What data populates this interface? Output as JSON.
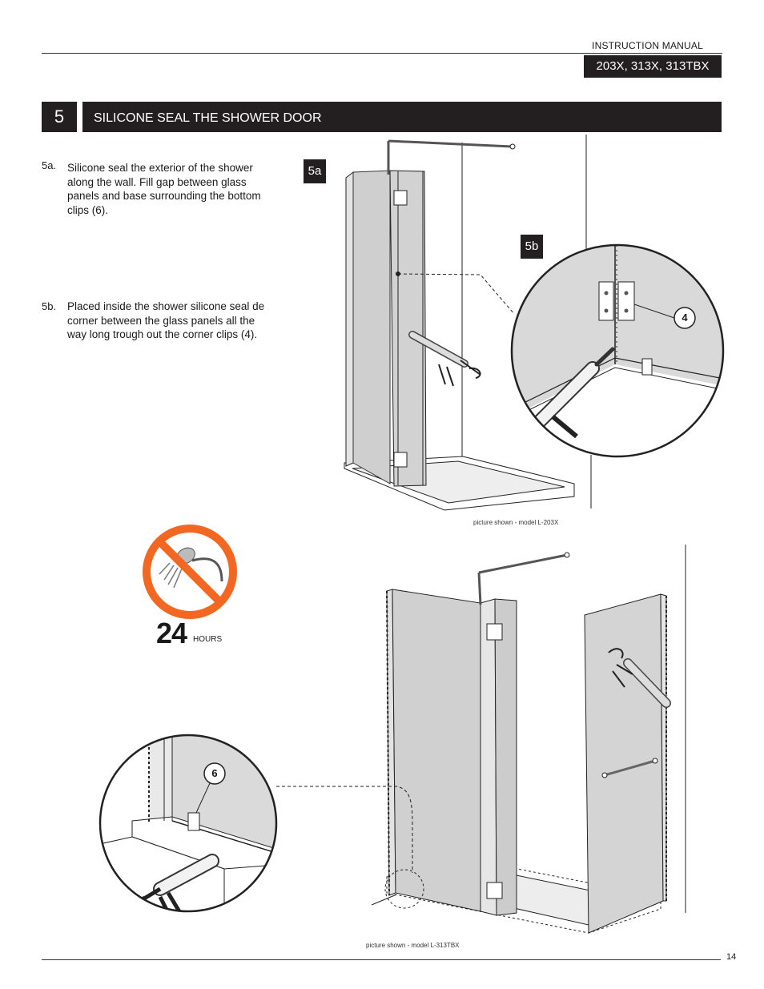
{
  "header": {
    "manual_title": "INSTRUCTION MANUAL",
    "models": "203X, 313X, 313TBX"
  },
  "step": {
    "number": "5",
    "title": "SILICONE SEAL THE SHOWER DOOR"
  },
  "substeps": [
    {
      "label": "5a.",
      "text": "Silicone seal the exterior of the shower along the wall. Fill gap between glass panels and base surrounding the bottom clips (6)."
    },
    {
      "label": "5b.",
      "text": "Placed inside the shower silicone seal de corner between the glass panels all the way long trough out  the corner clips (4)."
    }
  ],
  "figures": {
    "fig_5a_tag": "5a",
    "fig_5b_tag": "5b",
    "callout_4": "4",
    "callout_6": "6",
    "caption_203x": "picture shown - model  L-203X",
    "caption_313tbx": "picture shown - model   L-313TBX"
  },
  "warning": {
    "icon": "no-shower-icon",
    "hours_value": "24",
    "hours_unit": "HOURS",
    "color": "#f26722"
  },
  "footer": {
    "page_number": "14"
  }
}
